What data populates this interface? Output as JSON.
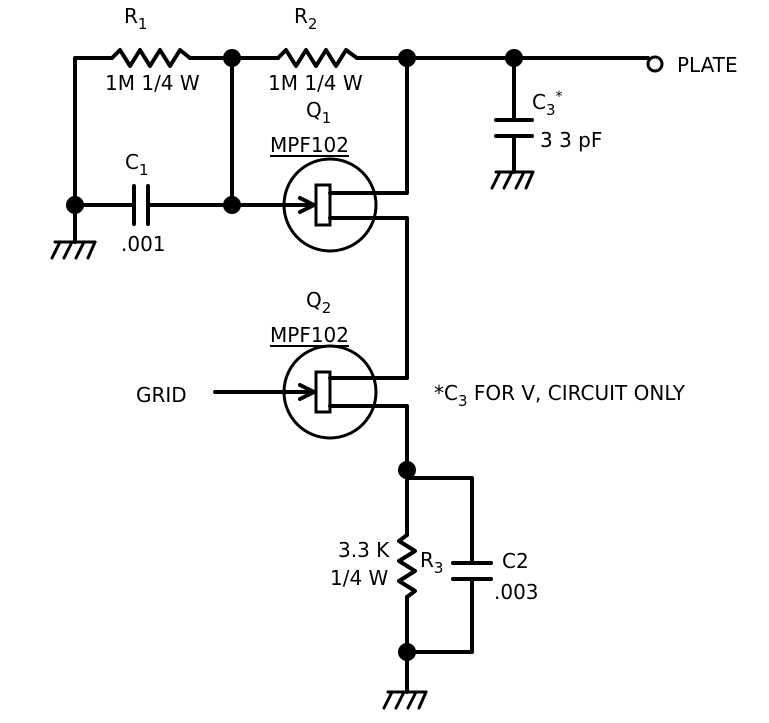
{
  "components": {
    "r1": {
      "name": "R",
      "sub": "1",
      "value": "1M 1/4 W"
    },
    "r2": {
      "name": "R",
      "sub": "2",
      "value": "1M 1/4 W"
    },
    "c1": {
      "name": "C",
      "sub": "1",
      "value": ".001"
    },
    "c3": {
      "name": "C",
      "sub": "3",
      "mark": "*",
      "value": "3 3 pF"
    },
    "q1": {
      "name": "Q",
      "sub": "1",
      "part": "MPF102"
    },
    "q2": {
      "name": "Q",
      "sub": "2",
      "part": "MPF102"
    },
    "r3": {
      "name": "R",
      "sub": "3",
      "value1": "3.3 K",
      "value2": "1/4 W"
    },
    "c2": {
      "name": "C2",
      "value": ".003"
    }
  },
  "terminals": {
    "plate": "PLATE",
    "grid": "GRID"
  },
  "note": {
    "mark": "*C",
    "sub": "3",
    "text": "FOR V, CIRCUIT ONLY"
  }
}
